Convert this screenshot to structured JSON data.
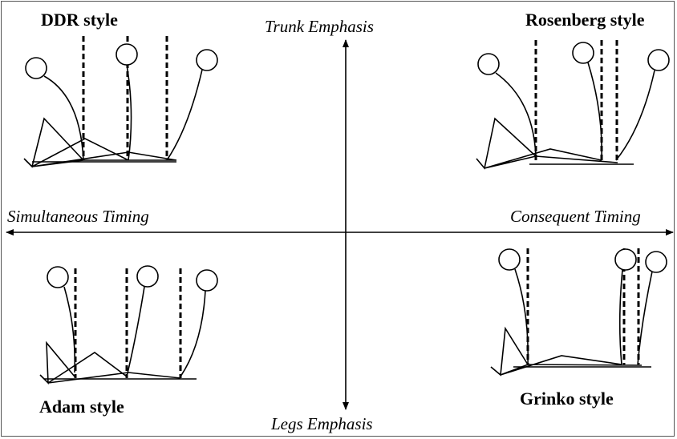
{
  "axes": {
    "top": "Trunk Emphasis",
    "bottom": "Legs Emphasis",
    "left": "Simultaneous Timing",
    "right": "Consequent Timing"
  },
  "quadrants": {
    "top_left": "DDR style",
    "top_right": "Rosenberg style",
    "bottom_left": "Adam style",
    "bottom_right": "Grinko style"
  }
}
